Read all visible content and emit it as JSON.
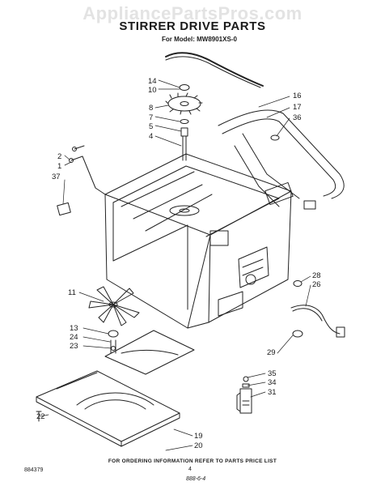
{
  "watermark": "AppliancePartsPros.com",
  "header": {
    "title": "STIRRER DRIVE PARTS",
    "model_line": "For Model: MW8901XS-0"
  },
  "callouts": [
    "14",
    "10",
    "8",
    "7",
    "5",
    "4",
    "2",
    "1",
    "37",
    "16",
    "17",
    "36",
    "11",
    "28",
    "26",
    "13",
    "24",
    "23",
    "29",
    "35",
    "34",
    "31",
    "22",
    "19",
    "20"
  ],
  "footer": {
    "part_code": "884379",
    "instructions": "FOR ORDERING INFORMATION REFER TO PARTS PRICE LIST",
    "page": "4",
    "date_mark": "888-6-4"
  }
}
